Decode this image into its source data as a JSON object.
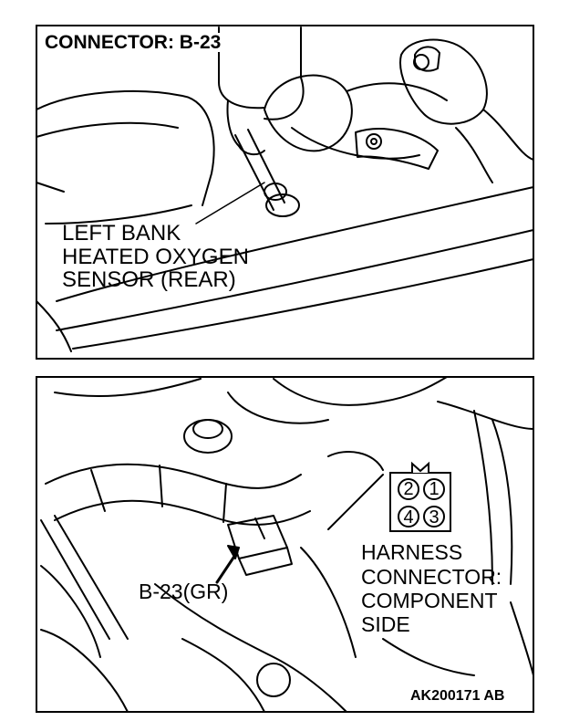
{
  "upper_panel": {
    "title": "CONNECTOR: B-23",
    "sensor_label": [
      "LEFT BANK",
      "HEATED OXYGEN",
      "SENSOR (REAR)"
    ]
  },
  "lower_panel": {
    "connector_label": "B-23(GR)",
    "harness_label": [
      "HARNESS",
      "CONNECTOR:",
      "COMPONENT",
      "SIDE"
    ],
    "pins": {
      "top_left": "2",
      "top_right": "1",
      "bottom_left": "4",
      "bottom_right": "3"
    }
  },
  "figure_id": "AK200171 AB"
}
